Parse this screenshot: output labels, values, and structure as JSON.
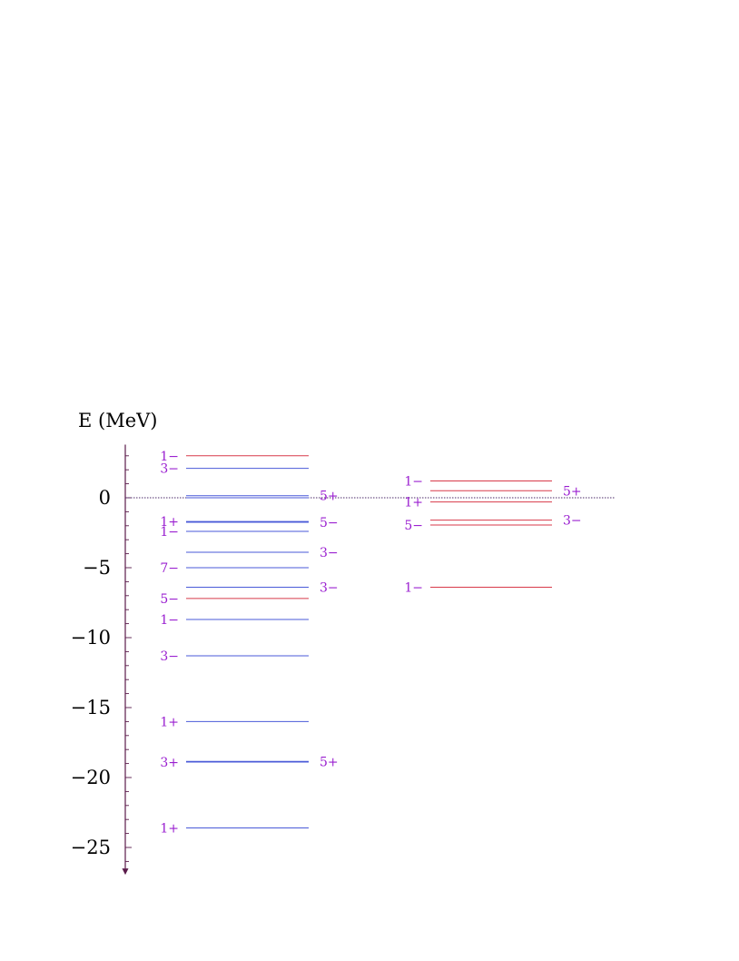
{
  "colors": {
    "axis": "#5a1a4a",
    "threshold": "#4b2a6a",
    "label": "#9a1fd0",
    "blue": "#4a5ad8",
    "red": "#d83a4a"
  },
  "chart_data": {
    "type": "level-scheme",
    "axis_label": "E (MeV)",
    "y_ticks": [
      0,
      -5,
      -10,
      -15,
      -20,
      -25
    ],
    "y_tick_labels": [
      "0",
      "−5",
      "−10",
      "−15",
      "−20",
      "−25"
    ],
    "ylim": [
      -26.5,
      3.8
    ],
    "threshold_energy": 0,
    "columns": [
      {
        "levels": [
          {
            "energy": 3.0,
            "label": "1−",
            "side": "left",
            "color": "red"
          },
          {
            "energy": 2.1,
            "label": "3−",
            "side": "left",
            "color": "blue"
          },
          {
            "energy": 0.15,
            "label": "5+",
            "side": "right",
            "color": "blue"
          },
          {
            "energy": 0.0,
            "label": "",
            "side": "left",
            "color": "blue"
          },
          {
            "energy": -1.7,
            "label": "1+",
            "side": "left",
            "color": "blue"
          },
          {
            "energy": -1.75,
            "label": "5−",
            "side": "right",
            "color": "blue"
          },
          {
            "energy": -2.4,
            "label": "1−",
            "side": "left",
            "color": "blue"
          },
          {
            "energy": -3.9,
            "label": "3−",
            "side": "right",
            "color": "blue"
          },
          {
            "energy": -5.0,
            "label": "7−",
            "side": "left",
            "color": "blue"
          },
          {
            "energy": -6.4,
            "label": "3−",
            "side": "right",
            "color": "blue"
          },
          {
            "energy": -7.2,
            "label": "5−",
            "side": "left",
            "color": "red"
          },
          {
            "energy": -8.7,
            "label": "1−",
            "side": "left",
            "color": "blue"
          },
          {
            "energy": -11.3,
            "label": "3−",
            "side": "left",
            "color": "blue"
          },
          {
            "energy": -16.0,
            "label": "1+",
            "side": "left",
            "color": "blue"
          },
          {
            "energy": -18.9,
            "label": "3+",
            "side": "left",
            "color": "blue"
          },
          {
            "energy": -18.85,
            "label": "5+",
            "side": "right",
            "color": "blue"
          },
          {
            "energy": -23.6,
            "label": "1+",
            "side": "left",
            "color": "blue"
          }
        ]
      },
      {
        "levels": [
          {
            "energy": 1.2,
            "label": "1−",
            "side": "left",
            "color": "red"
          },
          {
            "energy": 0.5,
            "label": "5+",
            "side": "right",
            "color": "red"
          },
          {
            "energy": -0.3,
            "label": "1+",
            "side": "left",
            "color": "red"
          },
          {
            "energy": -1.6,
            "label": "3−",
            "side": "right",
            "color": "red"
          },
          {
            "energy": -1.95,
            "label": "5−",
            "side": "left",
            "color": "red"
          },
          {
            "energy": -6.4,
            "label": "1−",
            "side": "left",
            "color": "red"
          }
        ]
      }
    ]
  }
}
